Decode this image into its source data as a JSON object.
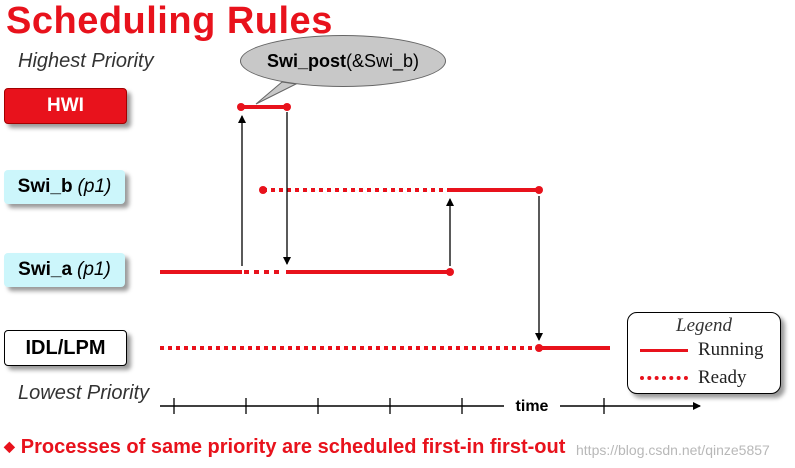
{
  "title": "Scheduling Rules",
  "highest_label": "Highest Priority",
  "lowest_label": "Lowest Priority",
  "tasks": {
    "hwi": "HWI",
    "swi_b": "Swi_b",
    "swi_b_prio": "(p1)",
    "swi_a": "Swi_a",
    "swi_a_prio": "(p1)",
    "idl": "IDL/LPM"
  },
  "callout": {
    "func": "Swi_post",
    "arg": "(&Swi_b)"
  },
  "legend": {
    "title": "Legend",
    "running": "Running",
    "ready": "Ready"
  },
  "time_label": "time",
  "footer": "Processes of same priority are scheduled first-in first-out",
  "watermark": "https://blog.csdn.net/qinze5857",
  "colors": {
    "accent": "#e8121c",
    "swi_fill": "#ccf6fb"
  }
}
